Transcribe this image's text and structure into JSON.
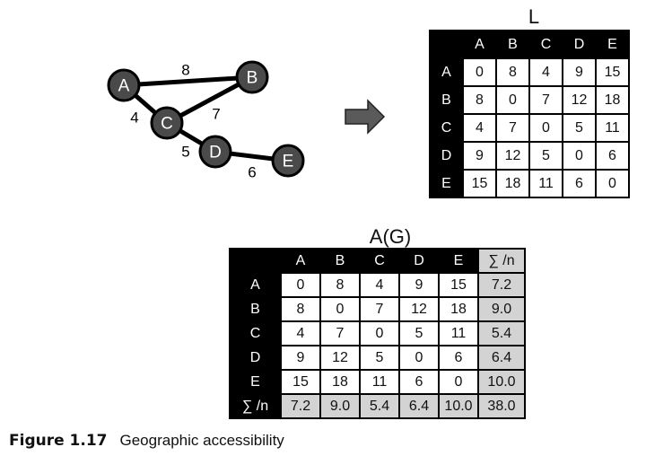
{
  "graph": {
    "nodes": [
      {
        "id": "A",
        "label": "A"
      },
      {
        "id": "B",
        "label": "B"
      },
      {
        "id": "C",
        "label": "C"
      },
      {
        "id": "D",
        "label": "D"
      },
      {
        "id": "E",
        "label": "E"
      }
    ],
    "edges": [
      {
        "from": "A",
        "to": "B",
        "weight": "8"
      },
      {
        "from": "A",
        "to": "C",
        "weight": "4"
      },
      {
        "from": "B",
        "to": "C",
        "weight": "7"
      },
      {
        "from": "C",
        "to": "D",
        "weight": "5"
      },
      {
        "from": "D",
        "to": "E",
        "weight": "6"
      }
    ]
  },
  "matrix_L": {
    "title": "L",
    "headers": [
      "A",
      "B",
      "C",
      "D",
      "E"
    ],
    "rows": [
      {
        "label": "A",
        "values": [
          "0",
          "8",
          "4",
          "9",
          "15"
        ]
      },
      {
        "label": "B",
        "values": [
          "8",
          "0",
          "7",
          "12",
          "18"
        ]
      },
      {
        "label": "C",
        "values": [
          "4",
          "7",
          "0",
          "5",
          "11"
        ]
      },
      {
        "label": "D",
        "values": [
          "9",
          "12",
          "5",
          "0",
          "6"
        ]
      },
      {
        "label": "E",
        "values": [
          "15",
          "18",
          "11",
          "6",
          "0"
        ]
      }
    ]
  },
  "matrix_AG": {
    "title": "A(G)",
    "headers": [
      "A",
      "B",
      "C",
      "D",
      "E",
      "∑ /n"
    ],
    "rows": [
      {
        "label": "A",
        "values": [
          "0",
          "8",
          "4",
          "9",
          "15"
        ],
        "sum": "7.2"
      },
      {
        "label": "B",
        "values": [
          "8",
          "0",
          "7",
          "12",
          "18"
        ],
        "sum": "9.0"
      },
      {
        "label": "C",
        "values": [
          "4",
          "7",
          "0",
          "5",
          "11"
        ],
        "sum": "5.4"
      },
      {
        "label": "D",
        "values": [
          "9",
          "12",
          "5",
          "0",
          "6"
        ],
        "sum": "6.4"
      },
      {
        "label": "E",
        "values": [
          "15",
          "18",
          "11",
          "6",
          "0"
        ],
        "sum": "10.0"
      }
    ],
    "sum_row": {
      "label": "∑ /n",
      "values": [
        "7.2",
        "9.0",
        "5.4",
        "6.4",
        "10.0"
      ],
      "total": "38.0"
    }
  },
  "caption": {
    "figure_label": "Figure 1.17",
    "text": "Geographic accessibility"
  },
  "colors": {
    "node_fill": "#4a4a4a",
    "header_bg": "#000000",
    "sum_cell_bg": "#d3d3d3",
    "arrow_fill": "#5a5a5a"
  }
}
